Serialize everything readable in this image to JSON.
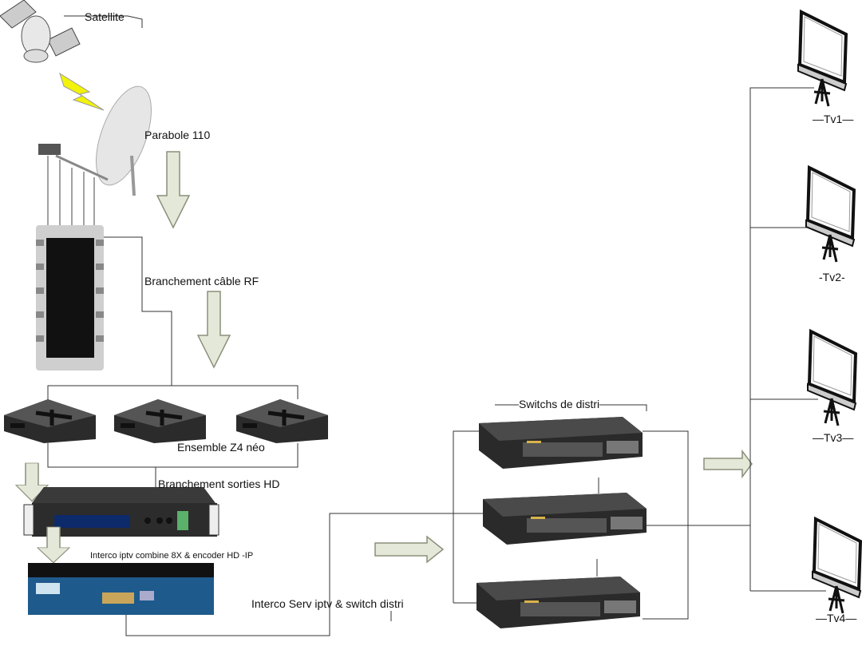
{
  "labels": {
    "satellite": "Satellite",
    "dish": "Parabole 110",
    "rf_cable": "Branchement câble RF",
    "receivers": "Ensemble Z4 néo",
    "hd_outputs": "Branchement sorties HD",
    "encoder": "Interco iptv combine 8X & encoder HD  -IP",
    "server_switch": "Interco Serv iptv & switch distri",
    "switches": "Switchs de distri",
    "tv1": "—Tv1—",
    "tv2": "-Tv2-",
    "tv3": "—Tv3—",
    "tv4": "—Tv4—"
  },
  "colors": {
    "arrow_fill": "#e4e8d8",
    "arrow_stroke": "#8a8f7a",
    "lightning": "#f2f20a",
    "server_blue": "#1e5a8c"
  }
}
